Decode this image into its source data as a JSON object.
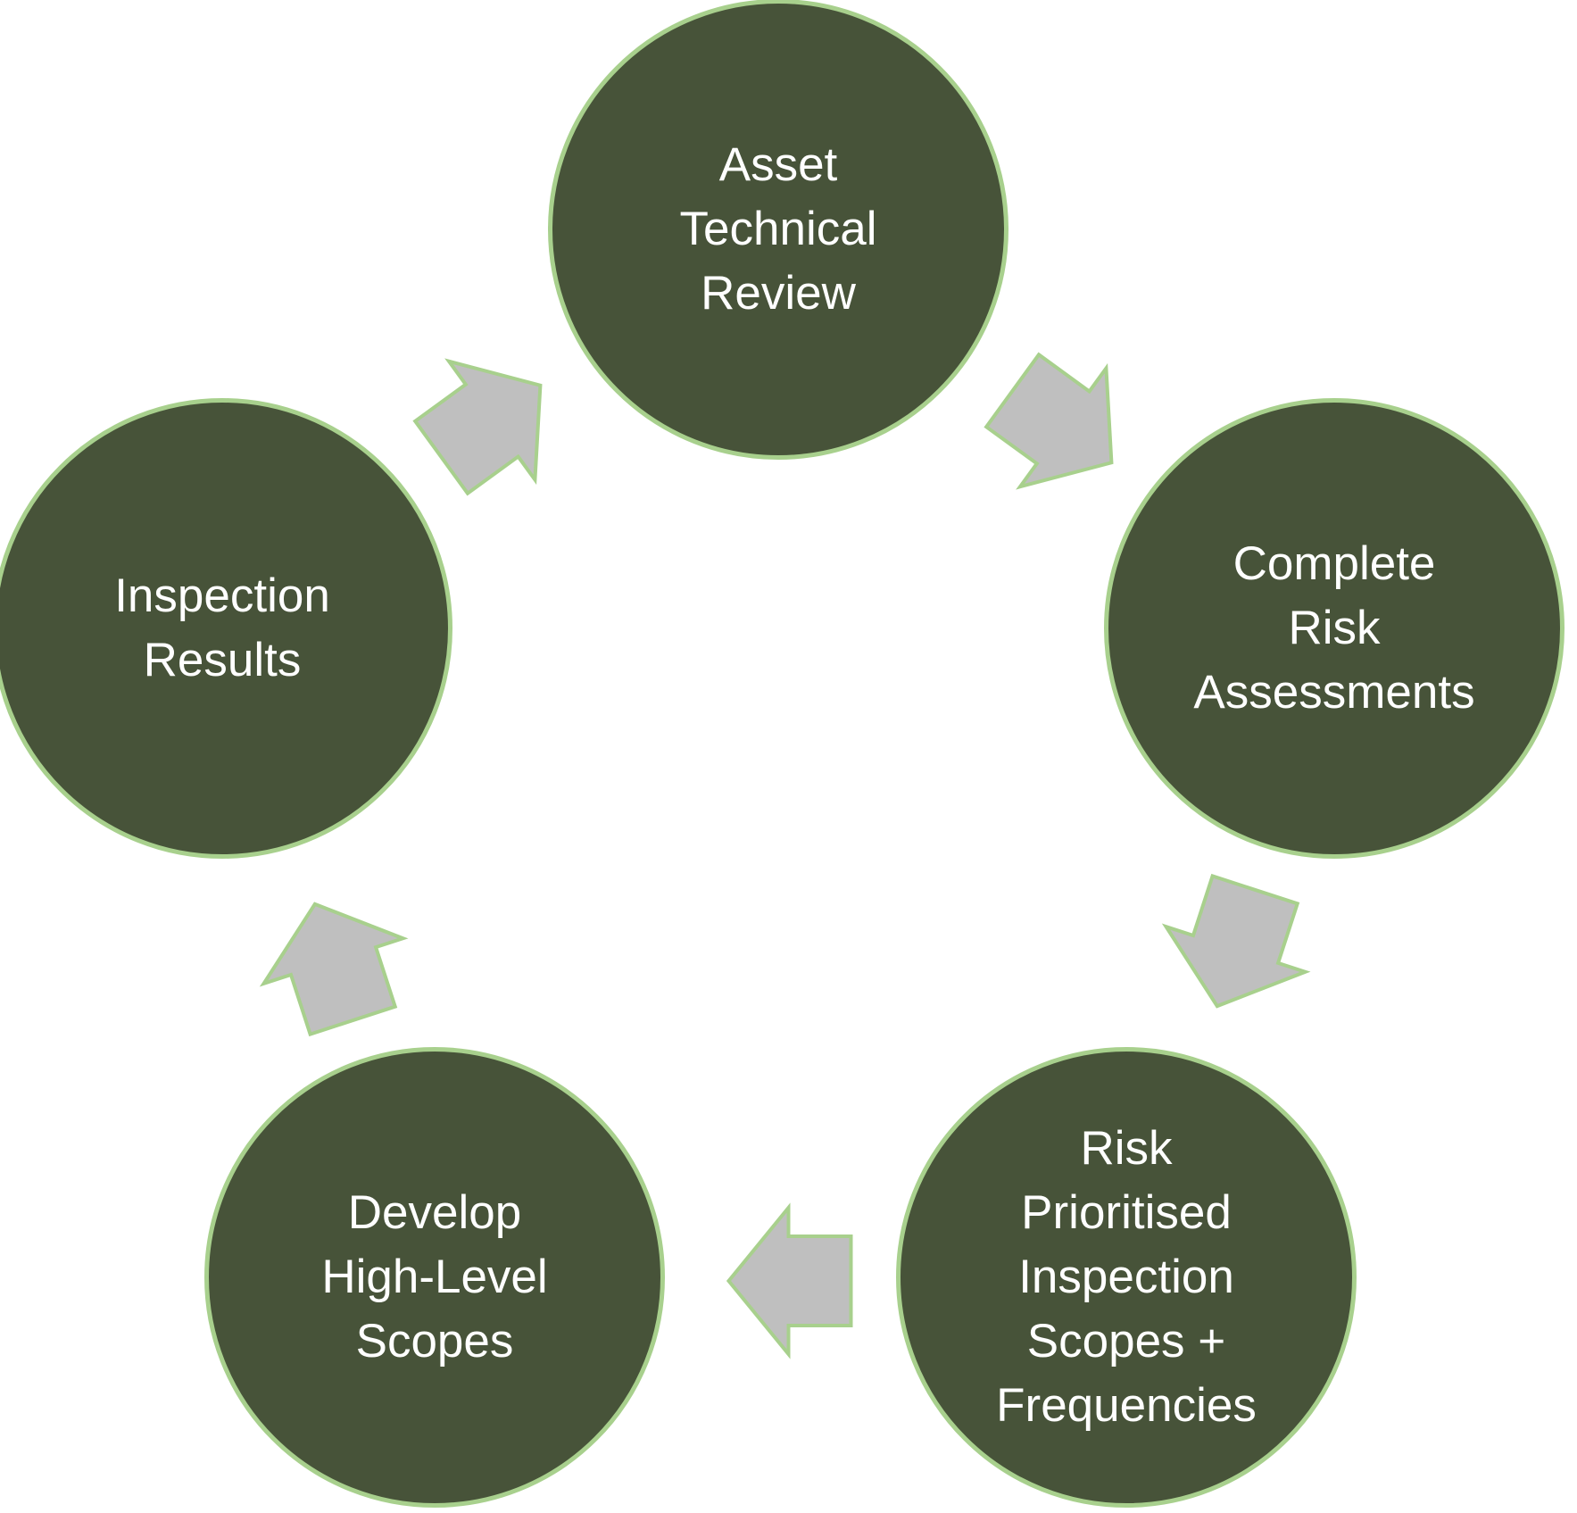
{
  "diagram": {
    "type": "cycle",
    "flow_direction": "clockwise",
    "steps": [
      {
        "id": "asset-technical-review",
        "label": "Asset\nTechnical\nReview"
      },
      {
        "id": "complete-risk-assessments",
        "label": "Complete\nRisk\nAssessments"
      },
      {
        "id": "risk-prioritised-inspection-scopes-frequencies",
        "label": "Risk\nPrioritised\nInspection\nScopes +\nFrequencies"
      },
      {
        "id": "develop-high-level-scopes",
        "label": "Develop\nHigh-Level\nScopes"
      },
      {
        "id": "inspection-results",
        "label": "Inspection\nResults"
      }
    ],
    "colors": {
      "circle_fill": "#475339",
      "circle_border": "#a8d08d",
      "arrow_fill": "#bfbfbf",
      "arrow_border": "#a8d08d",
      "text_color": "#ffffff",
      "background": "#ffffff"
    }
  }
}
